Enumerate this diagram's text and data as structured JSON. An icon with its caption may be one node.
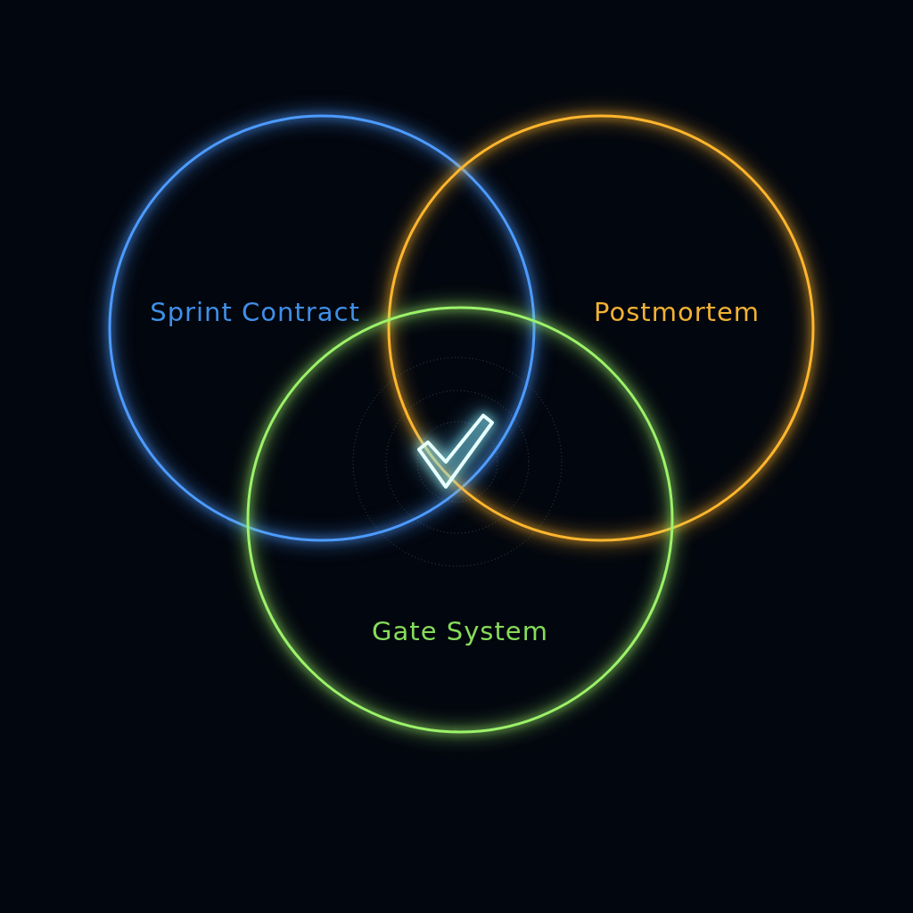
{
  "diagram": {
    "nodes": [
      {
        "text": [
          "Sprint Contract"
        ]
      },
      {
        "text": [
          "Postmortem"
        ]
      },
      {
        "text": [
          "Gate System"
        ]
      }
    ]
  }
}
